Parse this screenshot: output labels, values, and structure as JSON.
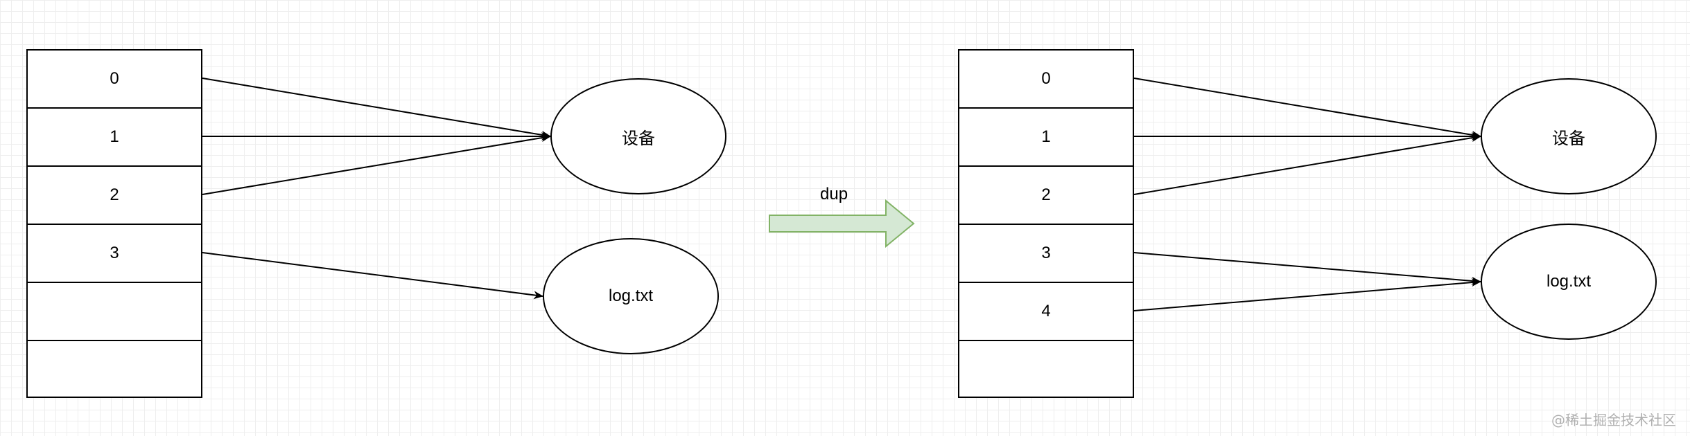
{
  "left_table": {
    "cells": [
      "0",
      "1",
      "2",
      "3",
      "",
      ""
    ]
  },
  "left_targets": {
    "device": "设备",
    "file": "log.txt"
  },
  "operation": {
    "label": "dup",
    "arrow_color": "#d5e8d4",
    "arrow_border": "#82b366"
  },
  "right_table": {
    "cells": [
      "0",
      "1",
      "2",
      "3",
      "4",
      ""
    ]
  },
  "right_targets": {
    "device": "设备",
    "file": "log.txt"
  },
  "watermark": "@稀土掘金技术社区"
}
